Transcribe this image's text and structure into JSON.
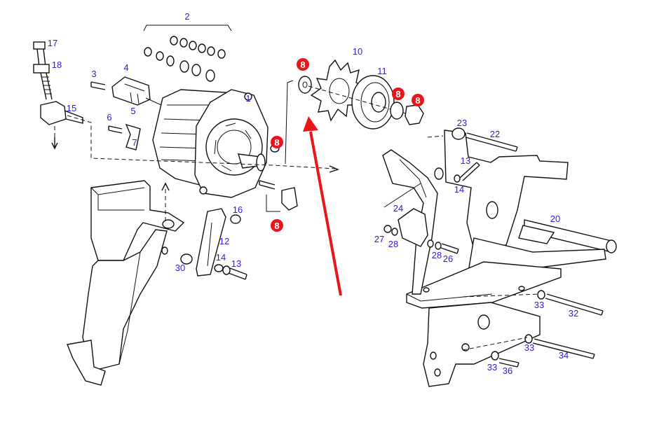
{
  "labels": {
    "p1": "1",
    "p2": "2",
    "p3": "3",
    "p4": "4",
    "p5": "5",
    "p6": "6",
    "p7": "7",
    "p10": "10",
    "p11": "11",
    "p12": "12",
    "p13a": "13",
    "p13b": "13",
    "p14a": "14",
    "p14b": "14",
    "p15": "15",
    "p16": "16",
    "p17": "17",
    "p18": "18",
    "p20": "20",
    "p22": "22",
    "p23": "23",
    "p24": "24",
    "p26": "26",
    "p27": "27",
    "p28a": "28",
    "p28b": "28",
    "p30": "30",
    "p32": "32",
    "p33a": "33",
    "p33b": "33",
    "p33c": "33",
    "p34": "34",
    "p36": "36"
  },
  "markers": {
    "m1": "8",
    "m2": "8",
    "m3": "8",
    "m4": "8",
    "m5": "8"
  },
  "colors": {
    "label": "#2a1fd6",
    "marker": "#e8161b",
    "arrow": "#e8161b",
    "line": "#111111"
  }
}
